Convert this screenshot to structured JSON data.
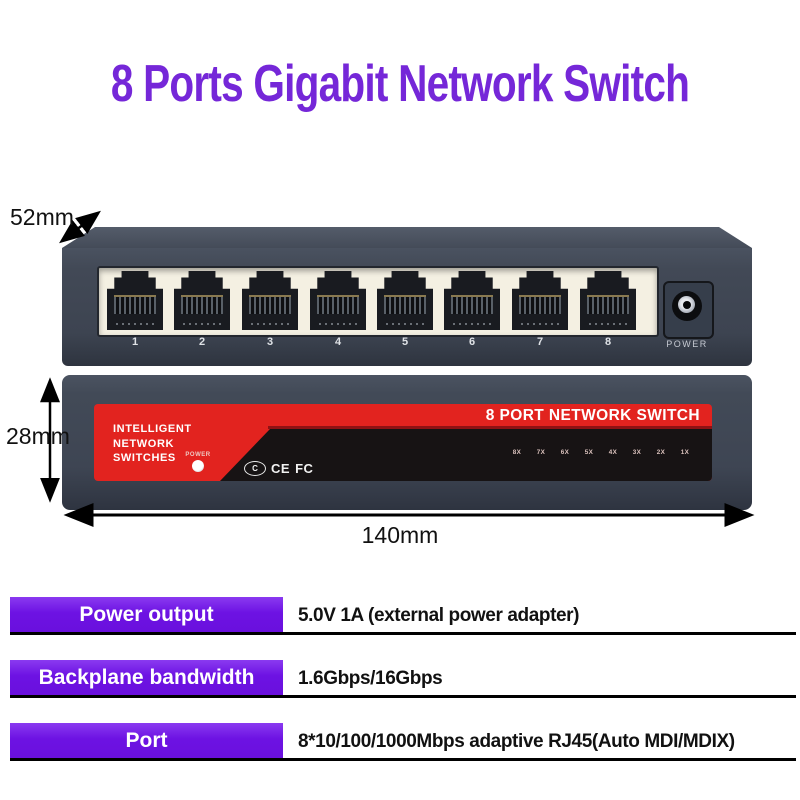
{
  "title": "8 Ports Gigabit Network Switch",
  "dimensions": {
    "depth": "52mm",
    "height": "28mm",
    "width": "140mm"
  },
  "top_view": {
    "port_numbers": [
      "1",
      "2",
      "3",
      "4",
      "5",
      "6",
      "7",
      "8"
    ],
    "power_jack_label": "POWER"
  },
  "front_view": {
    "brand_line1": "INTELLIGENT",
    "brand_line2": "NETWORK",
    "brand_line3": "SWITCHES",
    "power_led_label": "POWER",
    "cert_ellipse": "C",
    "cert_ce": "CE",
    "cert_fcc": "FC",
    "banner": "8 PORT NETWORK SWITCH",
    "led_labels": [
      "8X",
      "7X",
      "6X",
      "5X",
      "4X",
      "3X",
      "2X",
      "1X"
    ]
  },
  "specs": [
    {
      "label": "Power output",
      "value": "5.0V 1A (external power adapter)"
    },
    {
      "label": "Backplane bandwidth",
      "value": "1.6Gbps/16Gbps"
    },
    {
      "label": "Port",
      "value": "8*10/100/1000Mbps adaptive RJ45(Auto MDI/MDIX)"
    }
  ],
  "colors": {
    "title_purple": "#7527d8",
    "spec_bar_purple": "#6d12e3",
    "panel_red": "#e2231f",
    "body_gray": "#3e4553"
  }
}
